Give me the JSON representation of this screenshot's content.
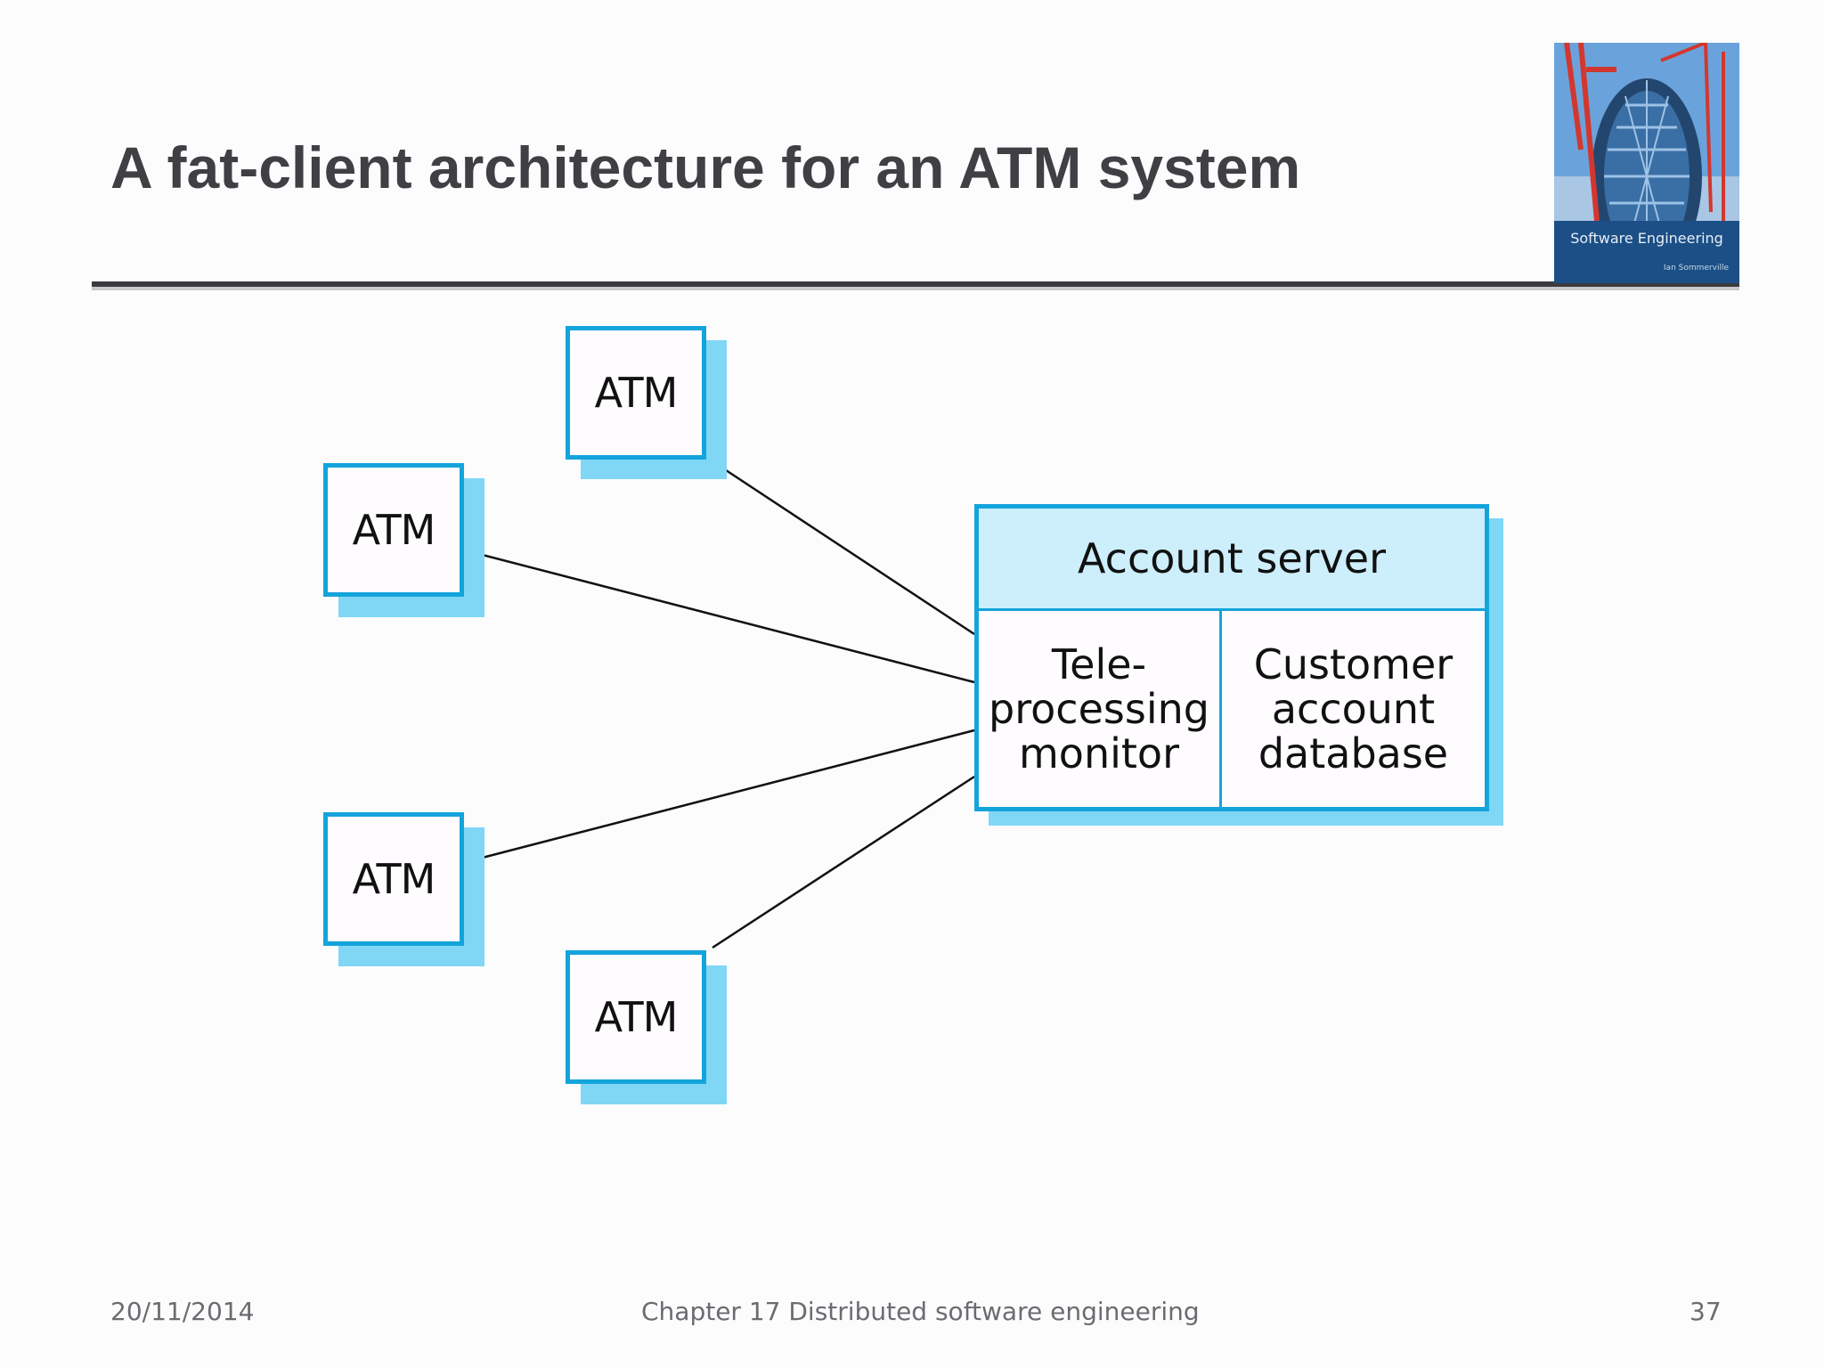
{
  "slide": {
    "title": "A fat-client architecture for an ATM system",
    "cover": {
      "title": "Software Engineering",
      "author": "Ian Sommerville"
    },
    "footer": {
      "date": "20/11/2014",
      "chapter": "Chapter 17 Distributed software engineering",
      "page": "37"
    }
  },
  "diagram": {
    "atms": [
      {
        "label": "ATM"
      },
      {
        "label": "ATM"
      },
      {
        "label": "ATM"
      },
      {
        "label": "ATM"
      }
    ],
    "server": {
      "header": "Account server",
      "left_cell": [
        "Tele-",
        "processing",
        "monitor"
      ],
      "right_cell": [
        "Customer",
        "account",
        "database"
      ]
    },
    "colors": {
      "box_border": "#14a4dc",
      "box_shadow": "#7fd6f5",
      "header_fill": "#cdeefb",
      "title_text": "#3f3f44"
    }
  }
}
